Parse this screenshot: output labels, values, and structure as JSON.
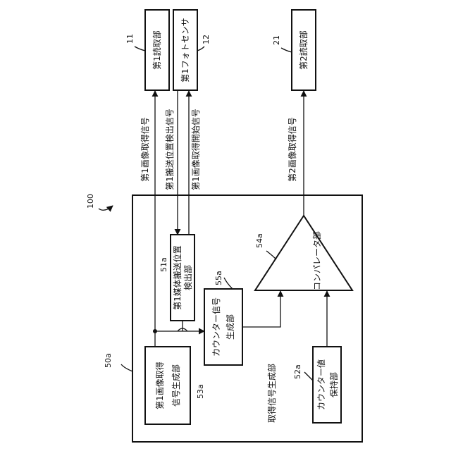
{
  "system_ref": "100",
  "blocks": {
    "reader1": {
      "label": "第1読取部",
      "ref": "11"
    },
    "photosensor1": {
      "label": "第1フォトセンサ",
      "ref": "12"
    },
    "reader2": {
      "label": "第2読取部",
      "ref": "21"
    },
    "acq_gen": {
      "label": "取得信号生成部",
      "ref": "50a"
    },
    "img_sig_gen": {
      "line1": "第1画像取得",
      "line2": "信号生成部",
      "ref": "53a"
    },
    "media_detect": {
      "line1": "第1媒体搬送位置",
      "line2": "検出部",
      "ref": "51a"
    },
    "counter_gen": {
      "line1": "カウンター信号",
      "line2": "生成部",
      "ref": "55a"
    },
    "counter_hold": {
      "line1": "カウンター値",
      "line2": "保持部",
      "ref": "52a"
    },
    "comparator": {
      "label": "コンパレータ部",
      "ref": "54a"
    }
  },
  "signals": {
    "img1": "第1画像取得信号",
    "pos1": "第1搬送位置検出信号",
    "start1": "第1画像取得開始信号",
    "img2": "第2画像取得信号"
  }
}
